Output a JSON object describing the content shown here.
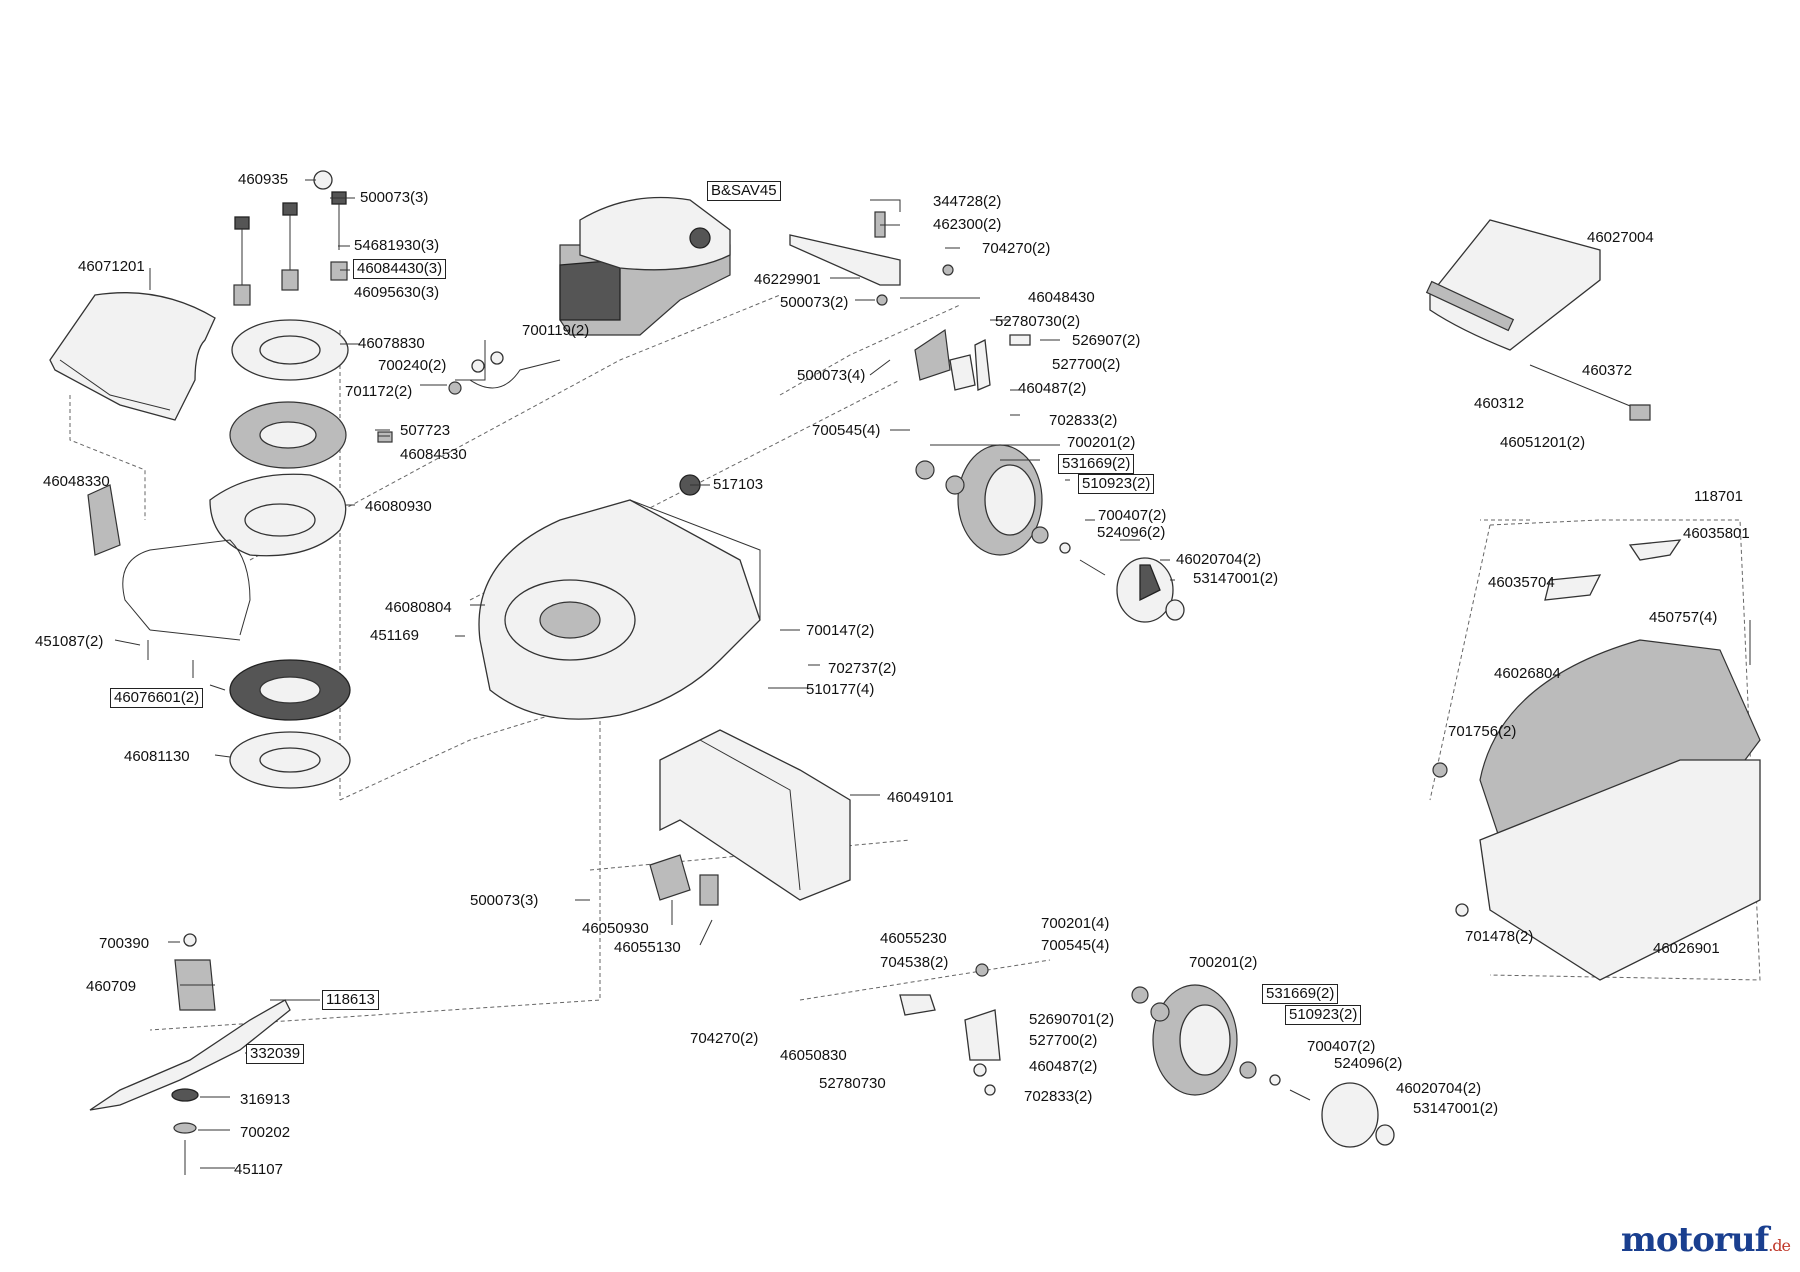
{
  "labels": {
    "p460935": "460935",
    "p500073_3_top": "500073(3)",
    "p54681930": "54681930(3)",
    "p46084430": "46084430(3)",
    "p46095630": "46095630(3)",
    "p46071201": "46071201",
    "p46078830": "46078830",
    "p700119": "700119(2)",
    "p700240": "700240(2)",
    "p701172": "701172(2)",
    "p507723": "507723",
    "p46084530": "46084530",
    "p46048330": "46048330",
    "p46080930": "46080930",
    "p451087": "451087(2)",
    "p46076601": "46076601(2)",
    "p46081130": "46081130",
    "engine": "B&SAV45",
    "p344728": "344728(2)",
    "p462300": "462300(2)",
    "p704270_top": "704270(2)",
    "p46229901": "46229901",
    "p500073_2": "500073(2)",
    "p46048430": "46048430",
    "p52780730_2": "52780730(2)",
    "p526907": "526907(2)",
    "p527700_top": "527700(2)",
    "p500073_4": "500073(4)",
    "p460487_top": "460487(2)",
    "p702833_top": "702833(2)",
    "p700545_top": "700545(4)",
    "p700201_top": "700201(2)",
    "p531669_top": "531669(2)",
    "p510923_top": "510923(2)",
    "p700407_top": "700407(2)",
    "p524096_top": "524096(2)",
    "p46020704_top": "46020704(2)",
    "p53147001_top": "53147001(2)",
    "p517103": "517103",
    "p46080804": "46080804",
    "p451169": "451169",
    "p700147": "700147(2)",
    "p702737": "702737(2)",
    "p510177": "510177(4)",
    "p46049101": "46049101",
    "p500073_3_mid": "500073(3)",
    "p46050930": "46050930",
    "p46055130": "46055130",
    "p700390": "700390",
    "p460709": "460709",
    "p118613": "118613",
    "p332039": "332039",
    "p316913": "316913",
    "p700202": "700202",
    "p451107": "451107",
    "p46055230": "46055230",
    "p704538": "704538(2)",
    "p704270_bot": "704270(2)",
    "p46050830": "46050830",
    "p52780730": "52780730",
    "p700201_4": "700201(4)",
    "p700545_bot": "700545(4)",
    "p52690701": "52690701(2)",
    "p527700_bot": "527700(2)",
    "p460487_bot": "460487(2)",
    "p702833_bot": "702833(2)",
    "p700201_bot": "700201(2)",
    "p531669_bot": "531669(2)",
    "p510923_bot": "510923(2)",
    "p700407_bot": "700407(2)",
    "p524096_bot": "524096(2)",
    "p46020704_bot": "46020704(2)",
    "p53147001_bot": "53147001(2)",
    "p46027004": "46027004",
    "p460372": "460372",
    "p460312": "460312",
    "p46051201": "46051201(2)",
    "p118701": "118701",
    "p46035801": "46035801",
    "p46035704": "46035704",
    "p450757": "450757(4)",
    "p46026804": "46026804",
    "p701756": "701756(2)",
    "p701478": "701478(2)",
    "p46026901": "46026901"
  },
  "watermark": {
    "main": "motoruf",
    "tld": ".de"
  }
}
